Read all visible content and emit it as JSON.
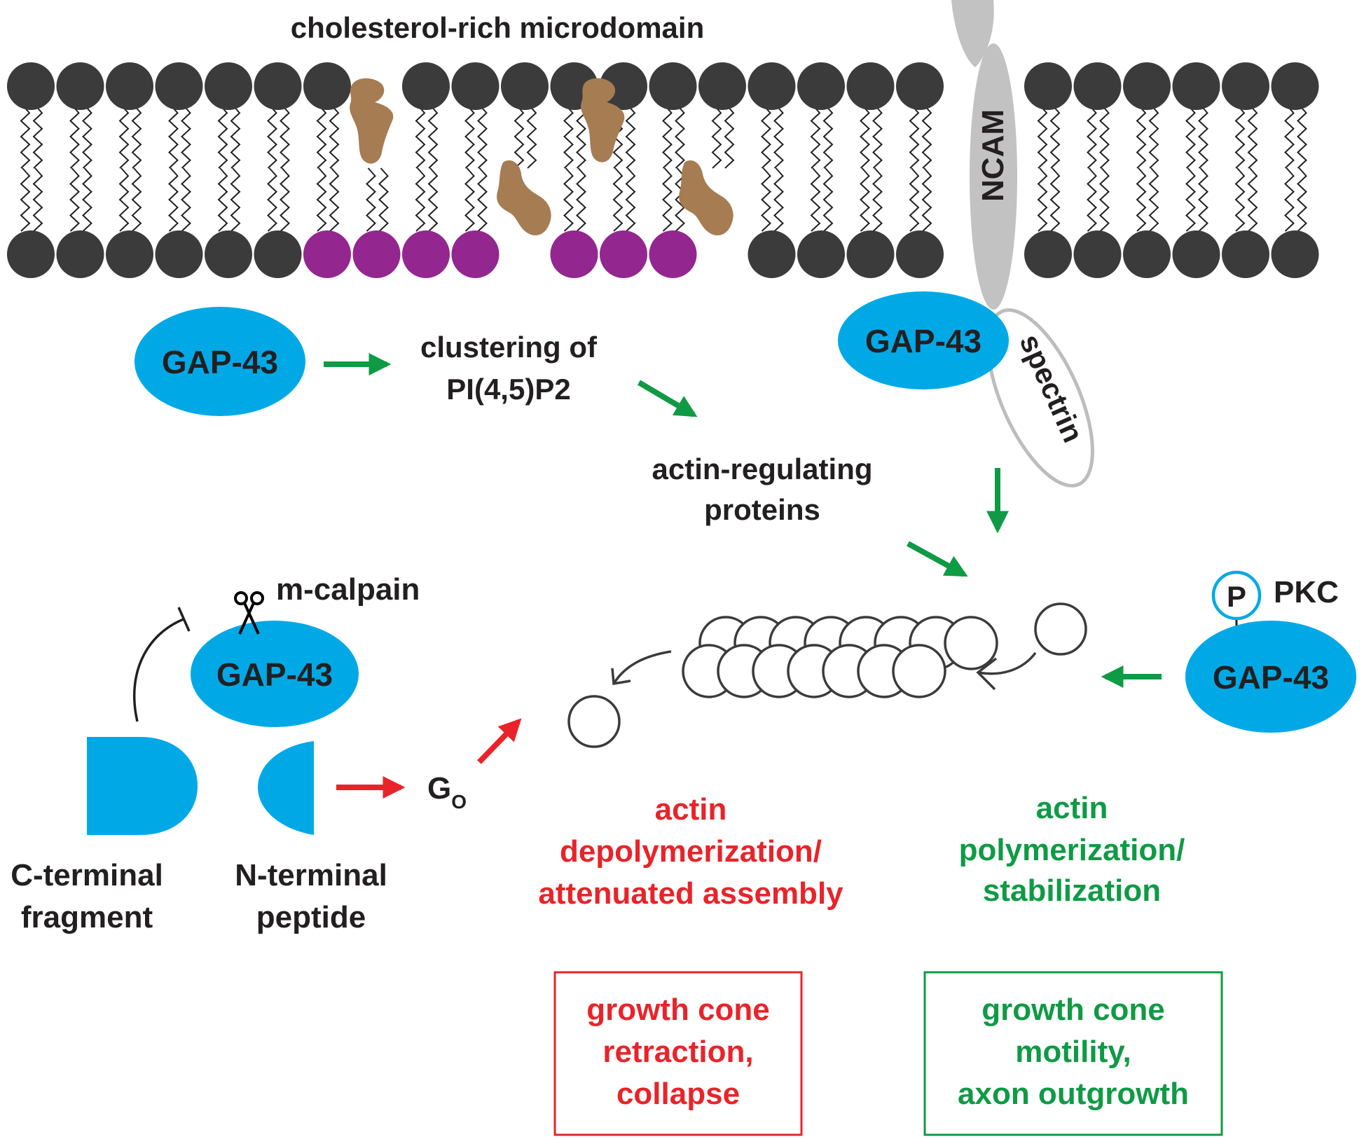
{
  "colors": {
    "lipid_head": "#3b3b3b",
    "pip2_head": "#93278f",
    "cholesterol": "#a67c52",
    "gap43": "#00a9e6",
    "ncam": "#c2c2c2",
    "spectrin_outline": "#bdbdbd",
    "green": "#0f9a45",
    "red": "#e8242a",
    "text": "#231f20",
    "actin_outline": "#3b3b3b"
  },
  "membrane": {
    "microdomain_label": "cholesterol-rich microdomain",
    "ncam_label": "NCAM"
  },
  "spectrin_label": "spectrin",
  "gap43_label": "GAP-43",
  "pathway_top": {
    "clustering_line1": "clustering of",
    "clustering_line2": "PI(4,5)P2",
    "actin_reg_line1": "actin-regulating",
    "actin_reg_line2": "proteins"
  },
  "calpain": {
    "enzyme_label": "m-calpain",
    "c_term_line1": "C-terminal",
    "c_term_line2": "fragment",
    "n_term_line1": "N-terminal",
    "n_term_line2": "peptide",
    "go_main": "G",
    "go_sub": "O"
  },
  "pkc": {
    "phospho_label": "P",
    "kinase_label": "PKC"
  },
  "outcomes": {
    "depoly_line1": "actin",
    "depoly_line2": "depolymerization/",
    "depoly_line3": "attenuated assembly",
    "poly_line1": "actin",
    "poly_line2": "polymerization/",
    "poly_line3": "stabilization"
  },
  "boxes": {
    "retraction_line1": "growth cone",
    "retraction_line2": "retraction,",
    "retraction_line3": "collapse",
    "motility_line1": "growth cone",
    "motility_line2": "motility,",
    "motility_line3": "axon outgrowth"
  }
}
